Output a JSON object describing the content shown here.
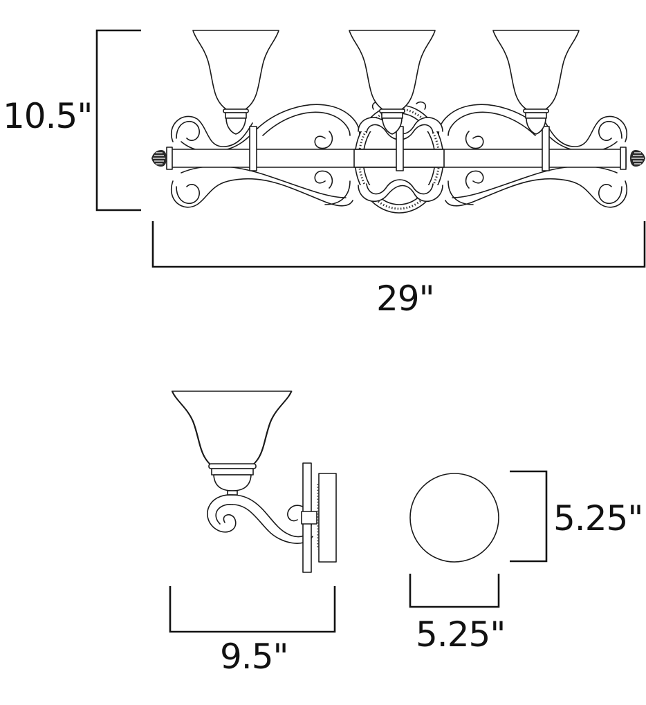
{
  "diagram": {
    "subject": "3-light bath vanity fixture dimension drawing",
    "front_view": {
      "height_label": "10.5\"",
      "width_label": "29\"",
      "shade_count": 3
    },
    "side_view": {
      "depth_label": "9.5\""
    },
    "backplate_view": {
      "height_label": "5.25\"",
      "width_label": "5.25\""
    },
    "colors": {
      "line": "#1a1a1a",
      "background": "#ffffff"
    }
  }
}
